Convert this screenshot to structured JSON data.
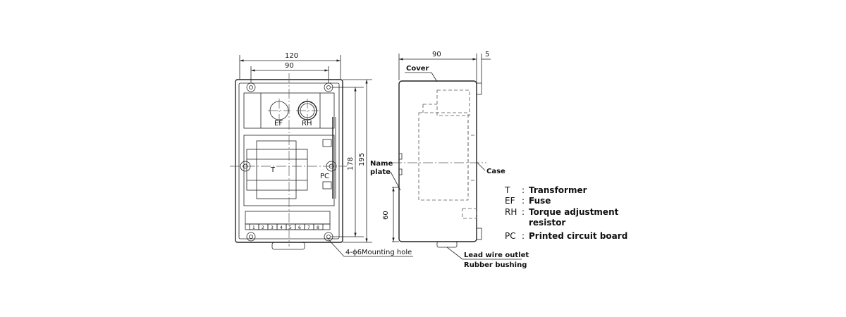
{
  "front_view": {
    "width_overall": "120",
    "width_mounting": "90",
    "height_overall": "195",
    "height_mounting": "178",
    "part_ef": "EF",
    "part_rh": "RH",
    "part_t": "T",
    "part_pc": "PC",
    "terminals": [
      "1",
      "2",
      "3",
      "4",
      "5",
      "6",
      "7",
      "8"
    ],
    "mounting_hole": "4-ϕ6Mounting hole"
  },
  "side_view": {
    "depth": "90",
    "cover_offset": "5",
    "cover_label": "Cover",
    "name_plate_line1": "Name",
    "name_plate_line2": "plate",
    "case_label": "Case",
    "outlet_height": "60",
    "lead_wire_outlet": "Lead wire outlet",
    "rubber_bushing": "Rubber bushing"
  },
  "legend": [
    {
      "code": "T",
      "sep": ":",
      "desc": "Transformer"
    },
    {
      "code": "EF",
      "sep": ":",
      "desc": "Fuse"
    },
    {
      "code": "RH",
      "sep": ":",
      "desc": "Torque adjustment",
      "desc2": "resistor"
    },
    {
      "code": "PC",
      "sep": ":",
      "desc": "Printed circuit board"
    }
  ]
}
